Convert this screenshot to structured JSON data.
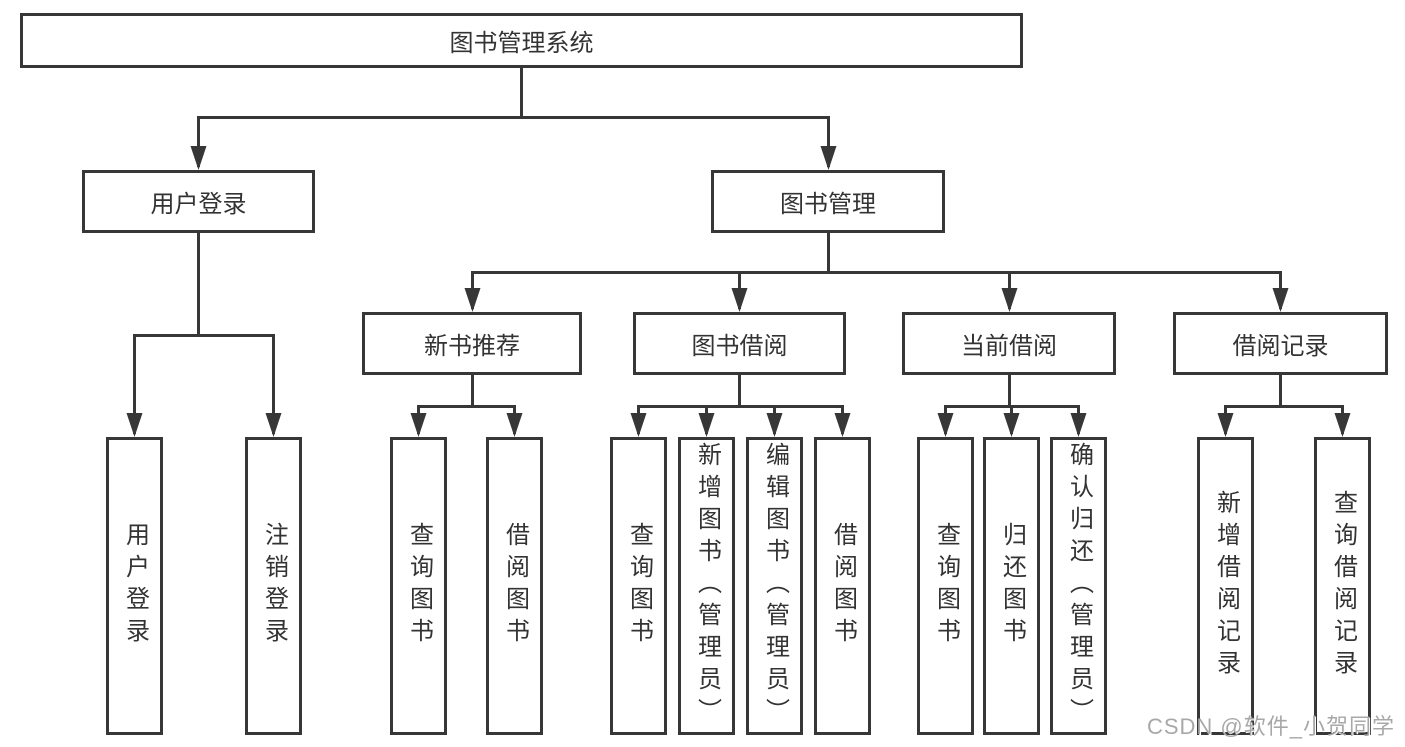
{
  "diagram": {
    "root": {
      "label": "图书管理系统"
    },
    "branches": [
      {
        "label": "用户登录",
        "children": [
          {
            "label": "用户登录"
          },
          {
            "label": "注销登录"
          }
        ]
      },
      {
        "label": "图书管理",
        "children": [
          {
            "label": "新书推荐",
            "children": [
              {
                "label": "查询图书"
              },
              {
                "label": "借阅图书"
              }
            ]
          },
          {
            "label": "图书借阅",
            "children": [
              {
                "label": "查询图书"
              },
              {
                "label": "新增图书（管理员）"
              },
              {
                "label": "编辑图书（管理员）"
              },
              {
                "label": "借阅图书"
              }
            ]
          },
          {
            "label": "当前借阅",
            "children": [
              {
                "label": "查询图书"
              },
              {
                "label": "归还图书"
              },
              {
                "label": "确认归还（管理员）"
              }
            ]
          },
          {
            "label": "借阅记录",
            "children": [
              {
                "label": "新增借阅记录"
              },
              {
                "label": "查询借阅记录"
              }
            ]
          }
        ]
      }
    ]
  },
  "watermark": {
    "text": "CSDN @软件_小贺同学"
  },
  "colors": {
    "line": "#373737",
    "text": "#333333",
    "node_fill": "#ffffff",
    "background": "#ffffff",
    "watermark": "#a8a8a8"
  }
}
